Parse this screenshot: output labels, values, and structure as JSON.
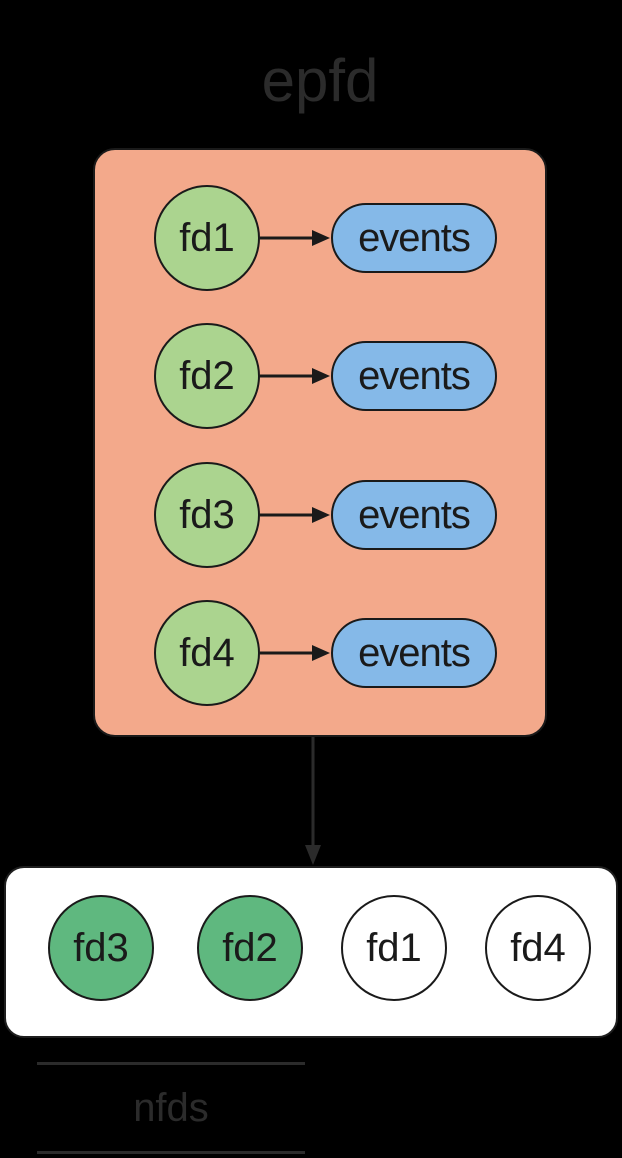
{
  "title": "epfd",
  "epfd_box": {
    "entries": [
      {
        "fd": "fd1",
        "events": "events"
      },
      {
        "fd": "fd2",
        "events": "events"
      },
      {
        "fd": "fd3",
        "events": "events"
      },
      {
        "fd": "fd4",
        "events": "events"
      }
    ]
  },
  "ready_list": {
    "items": [
      {
        "label": "fd3",
        "ready": true
      },
      {
        "label": "fd2",
        "ready": true
      },
      {
        "label": "fd1",
        "ready": false
      },
      {
        "label": "fd4",
        "ready": false
      }
    ]
  },
  "annotation": {
    "label": "nfds"
  },
  "colors": {
    "background": "#000000",
    "epfd_container_fill": "#f3a98b",
    "fd_circle_fill": "#abd48f",
    "events_pill_fill": "#85b9e8",
    "ready_circle_fill": "#5fb87f",
    "idle_circle_fill": "#ffffff",
    "shape_stroke": "#1a1a1a",
    "muted_line": "#2b2b2b"
  }
}
